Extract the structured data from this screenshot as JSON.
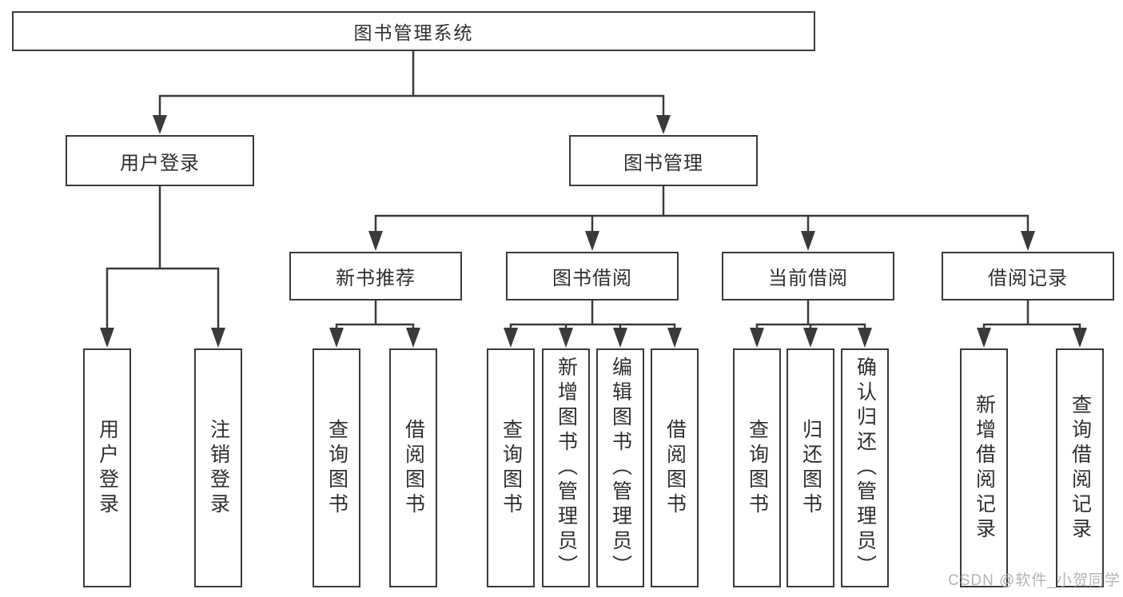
{
  "diagram_title": "图书管理系统",
  "tree": {
    "root": {
      "label": "图书管理系统"
    },
    "level1": [
      {
        "label": "用户登录"
      },
      {
        "label": "图书管理"
      }
    ],
    "level2": [
      {
        "label": "新书推荐",
        "parent": "图书管理"
      },
      {
        "label": "图书借阅",
        "parent": "图书管理"
      },
      {
        "label": "当前借阅",
        "parent": "图书管理"
      },
      {
        "label": "借阅记录",
        "parent": "图书管理"
      }
    ],
    "leaves": [
      {
        "label": "用户登录",
        "parent": "用户登录"
      },
      {
        "label": "注销登录",
        "parent": "用户登录"
      },
      {
        "label": "查询图书",
        "parent": "新书推荐"
      },
      {
        "label": "借阅图书",
        "parent": "新书推荐"
      },
      {
        "label": "查询图书",
        "parent": "图书借阅"
      },
      {
        "label": "新增图书（管理员）",
        "parent": "图书借阅"
      },
      {
        "label": "编辑图书（管理员）",
        "parent": "图书借阅"
      },
      {
        "label": "借阅图书",
        "parent": "图书借阅"
      },
      {
        "label": "查询图书",
        "parent": "当前借阅"
      },
      {
        "label": "归还图书",
        "parent": "当前借阅"
      },
      {
        "label": "确认归还（管理员）",
        "parent": "当前借阅"
      },
      {
        "label": "新增借阅记录",
        "parent": "借阅记录"
      },
      {
        "label": "查询借阅记录",
        "parent": "借阅记录"
      }
    ]
  },
  "watermark": {
    "text": "CSDN @软件_小贺同学"
  },
  "colors": {
    "line": "#3a3a3a",
    "border": "#3a3a3a",
    "text": "#2f2f2f",
    "watermark_text": "#b3b3b3",
    "background": "#ffffff"
  }
}
